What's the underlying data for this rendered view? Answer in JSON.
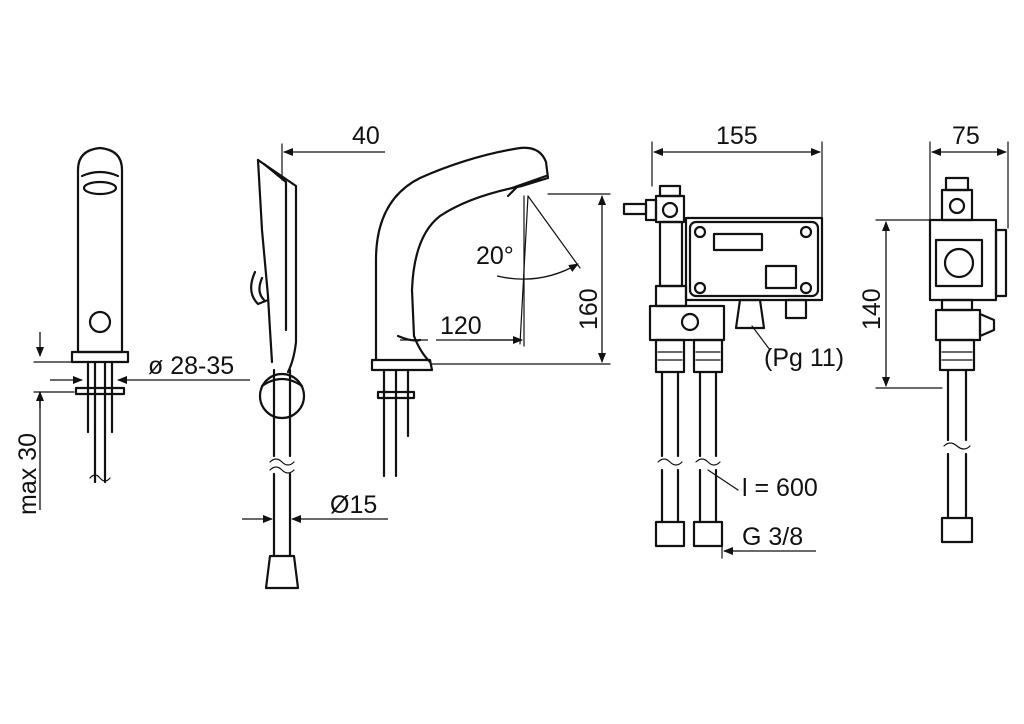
{
  "dimensions": {
    "top_width_40": "40",
    "width_155": "155",
    "width_75": "75",
    "height_160": "160",
    "height_140": "140",
    "reach_120": "120",
    "angle_20": "20°",
    "diameter_28_35": "ø 28-35",
    "max_30": "max 30",
    "diameter_15": "Ø15",
    "pg_11": "(Pg 11)",
    "length_600": "l = 600",
    "thread_g38": "G 3/8"
  },
  "colors": {
    "line": "#111111",
    "background": "#ffffff"
  }
}
